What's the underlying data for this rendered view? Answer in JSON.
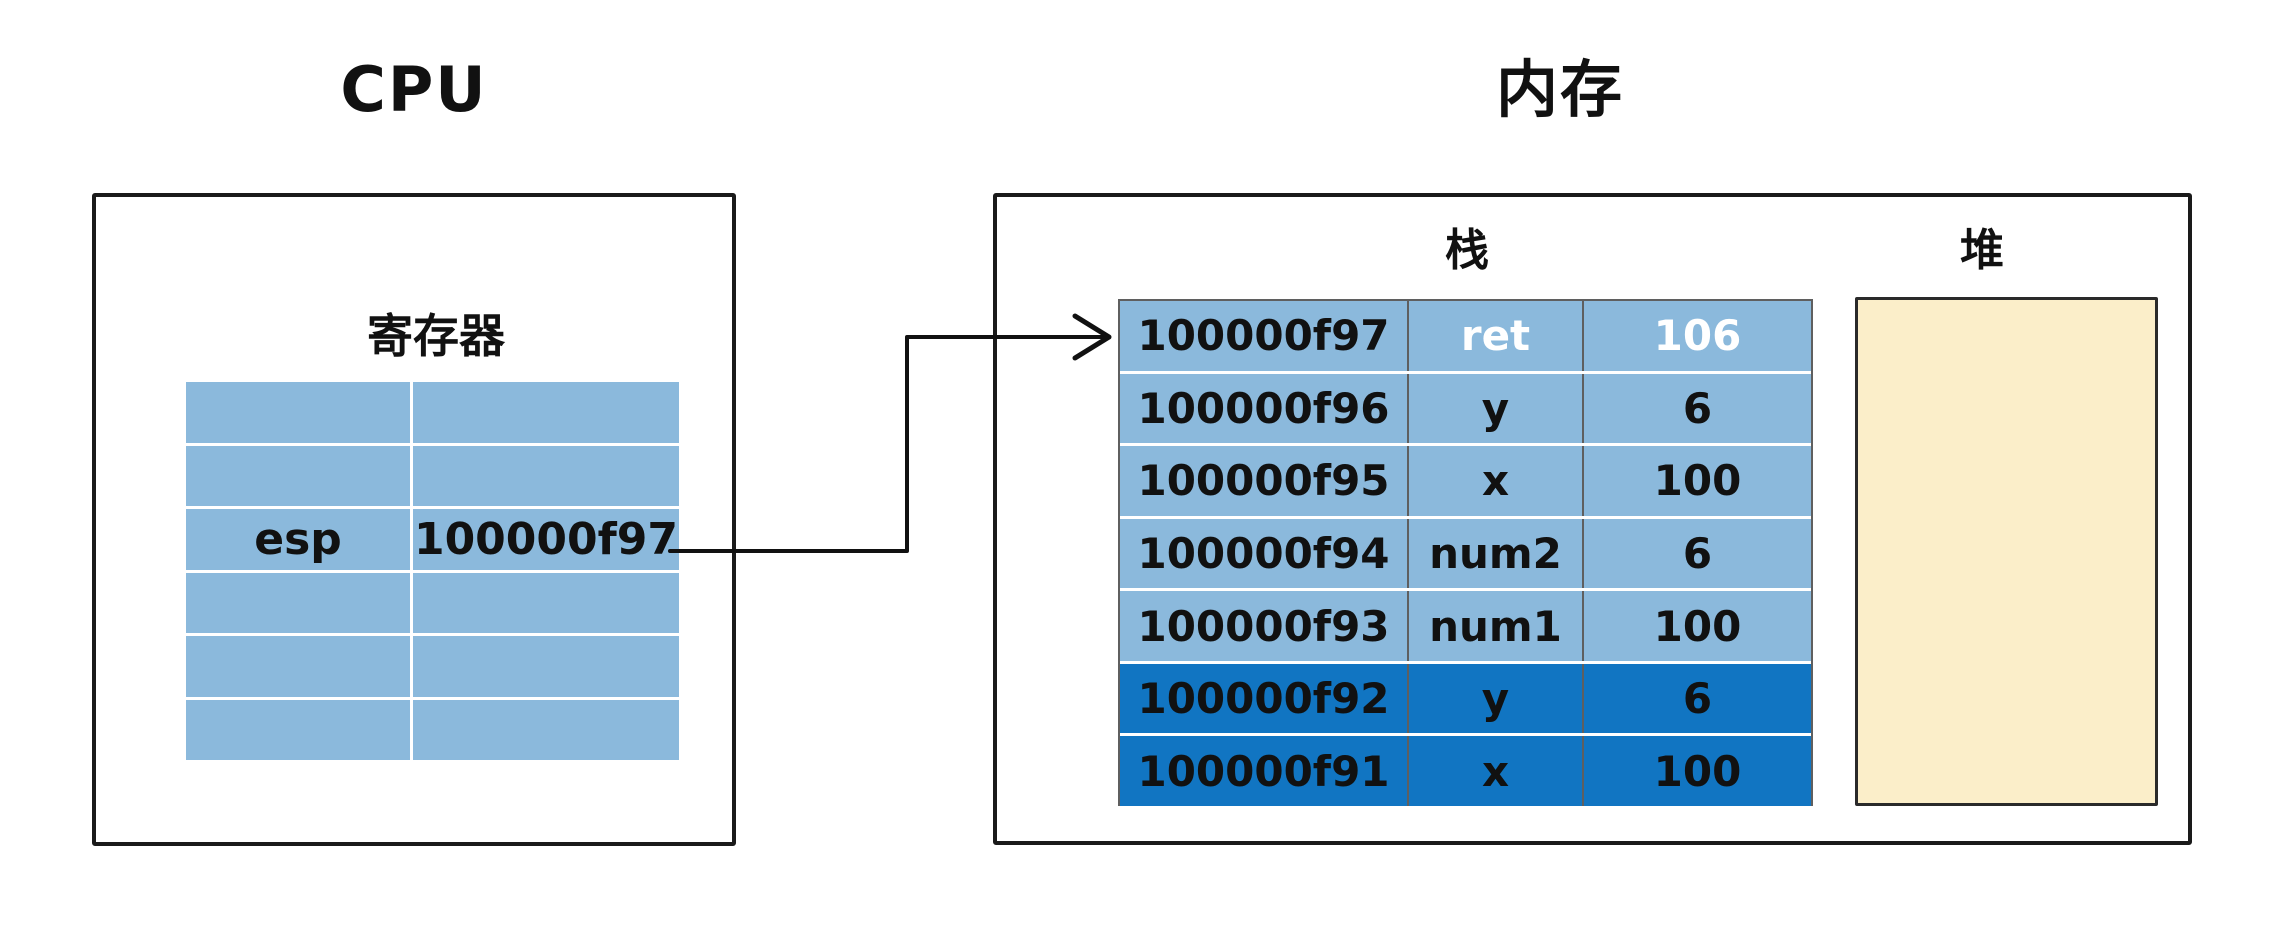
{
  "titles": {
    "cpu": "CPU",
    "memory": "内存"
  },
  "cpu": {
    "register_label": "寄存器",
    "registers": {
      "esp_name": "esp",
      "esp_value": "100000f97"
    }
  },
  "memory": {
    "stack_label": "栈",
    "heap_label": "堆",
    "stack_rows": [
      {
        "addr": "100000f97",
        "name": "ret",
        "value": "106"
      },
      {
        "addr": "100000f96",
        "name": "y",
        "value": "6"
      },
      {
        "addr": "100000f95",
        "name": "x",
        "value": "100"
      },
      {
        "addr": "100000f94",
        "name": "num2",
        "value": "6"
      },
      {
        "addr": "100000f93",
        "name": "num1",
        "value": "100"
      },
      {
        "addr": "100000f92",
        "name": "y",
        "value": "6"
      },
      {
        "addr": "100000f91",
        "name": "x",
        "value": "100"
      }
    ]
  },
  "colors": {
    "light_blue": "#8bb9dc",
    "dark_blue": "#1175c2",
    "heap_fill": "#fbeec9",
    "border_dark": "#1a1a1a",
    "table_line": "#5f5f5f",
    "text_black": "#111111",
    "text_white": "#ffffff"
  }
}
